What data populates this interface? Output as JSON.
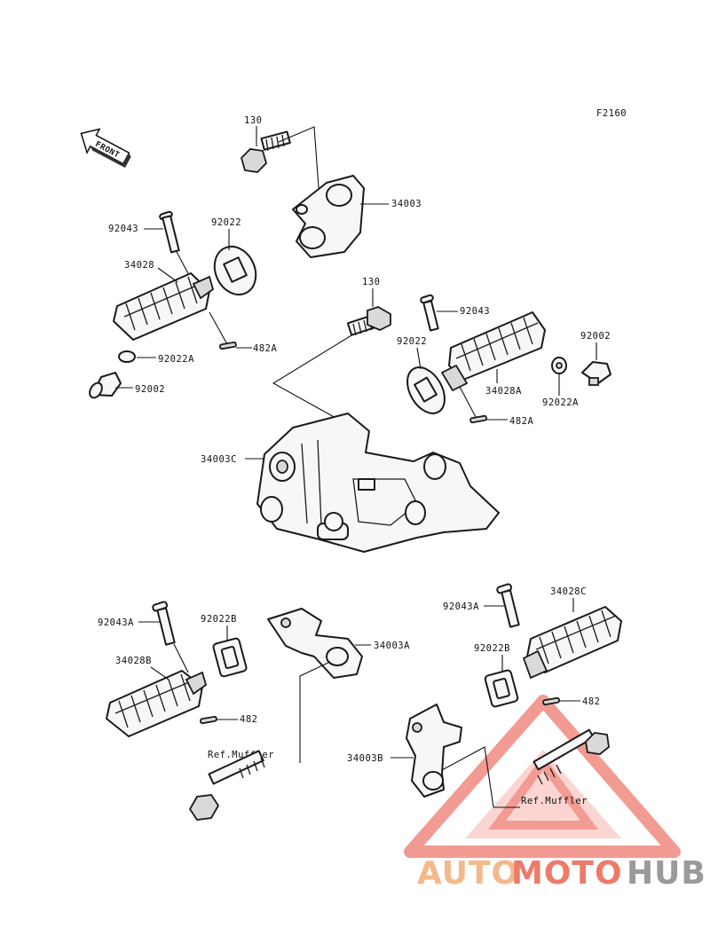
{
  "diagram_id": "F2160",
  "front_marker": "FRONT",
  "callouts": {
    "p130_top": "130",
    "p34003": "34003",
    "p92043": "92043",
    "p92022": "92022",
    "p34028": "34028",
    "p482A_left": "482A",
    "p92022A_left": "92022A",
    "p92002_left": "92002",
    "p130_mid": "130",
    "p92043_right": "92043",
    "p92022_right": "92022",
    "p92002_right": "92002",
    "p34028A": "34028A",
    "p92022A_right": "92022A",
    "p482A_right": "482A",
    "p34003C": "34003C",
    "p92043A_left": "92043A",
    "p92022B_left": "92022B",
    "p34003A": "34003A",
    "p34028B": "34028B",
    "p482_left": "482",
    "ref_muffler_left": "Ref.Muffler",
    "p92043A_right": "92043A",
    "p34028C": "34028C",
    "p92022B_right": "92022B",
    "p482_right": "482",
    "p34003B": "34003B",
    "ref_muffler_right": "Ref.Muffler"
  },
  "watermark": {
    "part1": "AUTO",
    "part2": "MOTO",
    "part3": "HUB",
    "color1": "#f5b889",
    "color2": "#ee7a6a",
    "color3": "#9a9a9a",
    "triangle_color": "#f08a80"
  }
}
